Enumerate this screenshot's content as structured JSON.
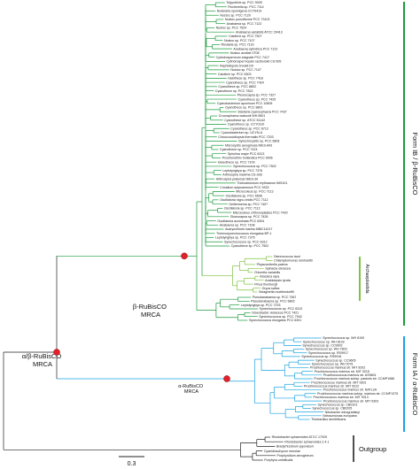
{
  "labels": {
    "beta_mrca": "β-RuBisCO\nMRCA",
    "alpha_beta_mrca": "α/β-RuBisCO\nMRCA",
    "alpha_mrca": "α-RuBisCO\nMRCA",
    "clade_1b": "Form IB / β-RuBisCO",
    "clade_arch": "Archaeplastida",
    "clade_1a": "Form IA / α-RuBisCO",
    "clade_out": "Outgroup",
    "scale": "0.3"
  },
  "colors": {
    "green": "#1a9a3c",
    "light_green": "#7fc241",
    "blue": "#1aa3e0",
    "black": "#222222",
    "node": "#e0202a"
  },
  "leaves": {
    "green": [
      "Tolypothrix sp. PCC 9009",
      "Fischerella sp. PCC 7114",
      "Nodularia spumigena CCY9414",
      "Nostoc sp. PCC 7120",
      "Nostoc punctiforme PCC 73102",
      "Anabaena sp. PCC 7122",
      "Nostoc sp. PCC 7524",
      "Anabaena variabilis ATCC 29413",
      "Calothrix sp. PCC 7507",
      "Nostoc sp. PCC 7107",
      "Rivularia sp. PCC 7116",
      "Anabaena cylindrica PCC 7122",
      "Nostoc azollae 0708",
      "Cylindrospermum stagnale PCC 7417",
      "Cylindrospermopsis raciborskii CS-505",
      "Raphidiopsis brookii D9",
      "Nostoc sp. PCC 7107",
      "Calothrix sp. PCC 6303",
      "Halothece sp. PCC 7418",
      "Cyanothece sp. PCC 7424",
      "Cyanothece sp. PCC 8802",
      "Cyanothece sp. PCC 7822",
      "Pleurocapsa sp. PCC 7327",
      "Cyanothece sp. PCC 7425",
      "Cyanobacterium aponinum PCC 10605",
      "Cyanothece sp. PCC 8801",
      "Stanieria cyanosphaera PCC 7437",
      "Crocosphaera watsonii WH 8501",
      "Cyanothece sp. ATCC 51142",
      "Cyanothece sp. CCY0110",
      "Cyanothece sp. PCC 6712",
      "Cyanobacterium sp. UCYN-A",
      "Chroococcidiopsis thermalis PCC 7203",
      "Synechocystis sp. PCC 6803",
      "Microcystis aeruginosa NIES-843",
      "Cyanothece sp. PCC 7424",
      "Spirulina major PCC 6313",
      "Prochlorothrix hollandica PCC 9006",
      "Gloeothece sp. PCC 7109",
      "Synechococcus sp. PCC 7502",
      "Leptolyngbya sp. PCC 7376",
      "Arthrospira maxima CS-328",
      "Arthrospira platensis NIES-39",
      "Trichodesmium erythraeum IMS101",
      "Crinalium epipsammum PCC 9333",
      "Microcoleus sp. PCC 7113",
      "Oscillatoria sp. PCC 6506",
      "Oscillatoria nigro-viridis PCC 7112",
      "Geitlerinema sp. PCC 7407",
      "Oscillatoria sp. PCC 7112",
      "Microcoleus chthonoplastes PCC 7420",
      "Gloeocapsa sp. PCC 7428",
      "Oscillatoria acuminata PCC 6304",
      "Anabaena sp. PCC 7108",
      "Acaryochloris marina MBIC11017",
      "Thermosynechococcus elongatus BP-1",
      "Leptolyngbya sp. PCC 7375",
      "Synechococcus sp. PCC 6312",
      "Cyanothece sp. PCC 7502"
    ],
    "light_green": [
      "Ostreococcus tauri",
      "Chlamydomonas reinhardtii",
      "Physcomitrella patens",
      "Spinacia oleracea",
      "Chlorella variabilis",
      "Brassica rapa",
      "Arabidopsis lyrata",
      "Pinus thunbergii",
      "Oryza sativa",
      "Selaginella moellendorffii"
    ],
    "green_tail": [
      "Pseudanabaena sp. PCC 7367",
      "Pseudanabaena sp. PCC 6802",
      "Leptolyngbya sp. PCC 7376",
      "Synechococcus sp. PCC 6312",
      "Gloeobacter violaceus PCC 7421",
      "Synechococcus sp. PCC 7942",
      "Synechococcus elongatus PCC 6301"
    ],
    "blue": [
      "Synechococcus sp. WH 8109",
      "Synechococcus sp. WH 8102",
      "Synechococcus sp. CC9902",
      "Synechococcus sp. WH 7803",
      "Synechococcus sp. RS9917",
      "Synechococcus sp. RS9916",
      "Synechococcus sp. CC9605",
      "Synechococcus sp. WH 5701",
      "Prochlorococcus marinus str. MIT 9202",
      "Prochlorococcus marinus str. MIT 9215",
      "Prochlorococcus marinus str. AS9601",
      "Prochlorococcus marinus subsp. pastoris str. CCMP1986",
      "Prochlorococcus marinus str. MIT 9301",
      "Prochlorococcus marinus str. MIT 9312",
      "Prochlorococcus marinus str. NATL2A",
      "Prochlorococcus marinus subsp. marinus str. CCMP1375",
      "Prochlorococcus marinus str. MIT 9313",
      "Prochlorococcus marinus str. MIT 9303",
      "Synechococcus sp. CB0101",
      "Synechococcus sp. CB0205",
      "Nitrobacter winogradskyi",
      "Nitrosomonas europaea",
      "Thiobacillus denitrificans"
    ],
    "black": [
      "Rhodobacter sphaeroides ATCC 17025",
      "Rhodobacter sphaeroides 2.4.1",
      "Bradyrhizobium japonicum",
      "Cyanidioschyzon merolae",
      "Porphyridium aerugineum",
      "Porphyra umbilicalis"
    ]
  }
}
